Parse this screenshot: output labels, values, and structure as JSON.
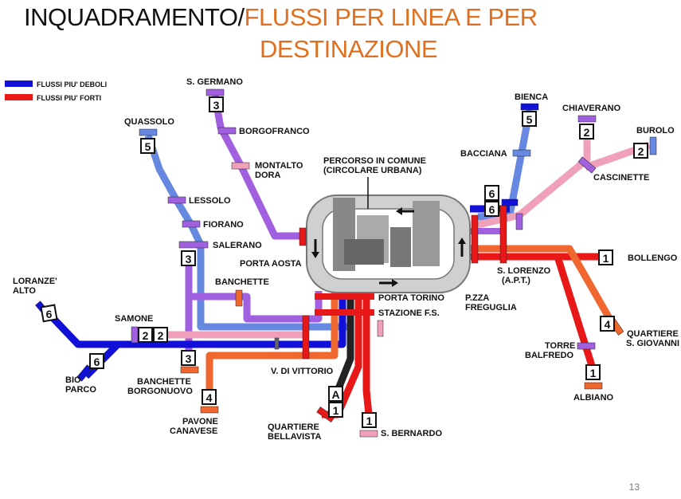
{
  "title": {
    "part1": "INQUADRAMENTO/",
    "part2": "FLUSSI PER LINEA E PER",
    "part3": "DESTINAZIONE"
  },
  "legend": [
    {
      "label": "FLUSSI PIU' DEBOLI",
      "color": "#1010d8"
    },
    {
      "label": "FLUSSI PIU' FORTI",
      "color": "#e81818"
    }
  ],
  "colors": {
    "line_strong": "#e81818",
    "line_weak": "#1010d8",
    "line_purple": "#a060e0",
    "line_lightblue": "#6688e0",
    "line_pink": "#f0a0b8",
    "line_orange": "#f06830",
    "line_black": "#222222",
    "title_accent": "#e07020"
  },
  "labels": {
    "s_germano": "S. GERMANO",
    "borgofranco": "BORGOFRANCO",
    "montalto": "MONTALTO",
    "dora": "DORA",
    "quassolo": "QUASSOLO",
    "lessolo": "LESSOLO",
    "fiorano": "FIORANO",
    "salerano": "SALERANO",
    "porta_aosta": "PORTA AOSTA",
    "banchette": "BANCHETTE",
    "loranze_1": "LORANZE'",
    "loranze_2": "ALTO",
    "samone": "SAMONE",
    "bio": "BIO",
    "parco": "PARCO",
    "banchette_b1": "BANCHETTE",
    "banchette_b2": "BORGONUOVO",
    "pavone_1": "PAVONE",
    "pavone_2": "CANAVESE",
    "percorso_1": "PERCORSO IN COMUNE",
    "percorso_2": "(CIRCOLARE URBANA)",
    "porta_torino": "PORTA TORINO",
    "stazione": "STAZIONE F.S.",
    "v_di_vittorio": "V. DI VITTORIO",
    "quartiere_bell_1": "QUARTIERE",
    "quartiere_bell_2": "BELLAVISTA",
    "s_bernardo": "S. BERNARDO",
    "bienca": "BIENCA",
    "chiaverano": "CHIAVERANO",
    "burolo": "BUROLO",
    "bacciana": "BACCIANA",
    "cascinette": "CASCINETTE",
    "bollengo": "BOLLENGO",
    "s_lorenzo_1": "S. LORENZO",
    "s_lorenzo_2": "(A.P.T.)",
    "pzza_1": "P.ZZA",
    "pzza_2": "FREGUGLIA",
    "quartiere_sg_1": "QUARTIERE",
    "quartiere_sg_2": "S. GIOVANNI",
    "torre_1": "TORRE",
    "torre_2": "BALFREDO",
    "albiano": "ALBIANO"
  },
  "route_numbers": {
    "s_germano": "3",
    "quassolo": "5",
    "salerano": "3",
    "loranze": "6",
    "bio_parco": "6",
    "samone_a": "2",
    "samone_b": "2",
    "banchette_b": "3",
    "pavone": "4",
    "bellavista_a": "A",
    "bellavista_1": "1",
    "s_bernardo": "1",
    "bienca": "5",
    "chiaverano": "2",
    "burolo": "2",
    "pzza_a": "6",
    "pzza_b": "6",
    "bollengo": "1",
    "s_giovanni": "4",
    "albiano": "1"
  },
  "page_number": "13"
}
